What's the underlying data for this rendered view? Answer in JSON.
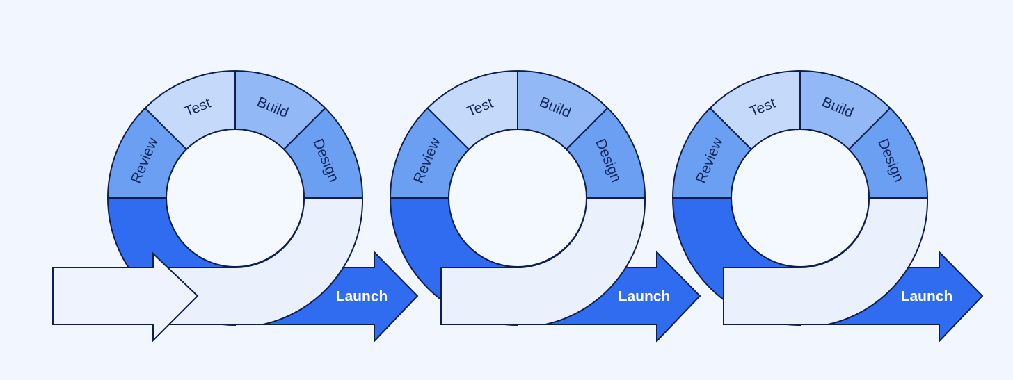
{
  "diagram": {
    "cycles": [
      {
        "segments": [
          "Review",
          "Test",
          "Build",
          "Design"
        ],
        "exit_label": "Launch"
      },
      {
        "segments": [
          "Review",
          "Test",
          "Build",
          "Design"
        ],
        "exit_label": "Launch"
      },
      {
        "segments": [
          "Review",
          "Test",
          "Build",
          "Design"
        ],
        "exit_label": "Launch"
      }
    ]
  },
  "colors": {
    "background": "#f2f7ff",
    "outline": "#0f1f4d",
    "review": "#6a9ff2",
    "test": "#c5dafb",
    "build": "#93b8f6",
    "design": "#6a9ff2",
    "swoop": "#eaf0fc",
    "launch_arrow": "#2f6cf0",
    "launch_text": "#ffffff",
    "label_text": "#13275a",
    "entry_arrow": "#eef3fe",
    "inner_hole": "#f4f8ff"
  }
}
